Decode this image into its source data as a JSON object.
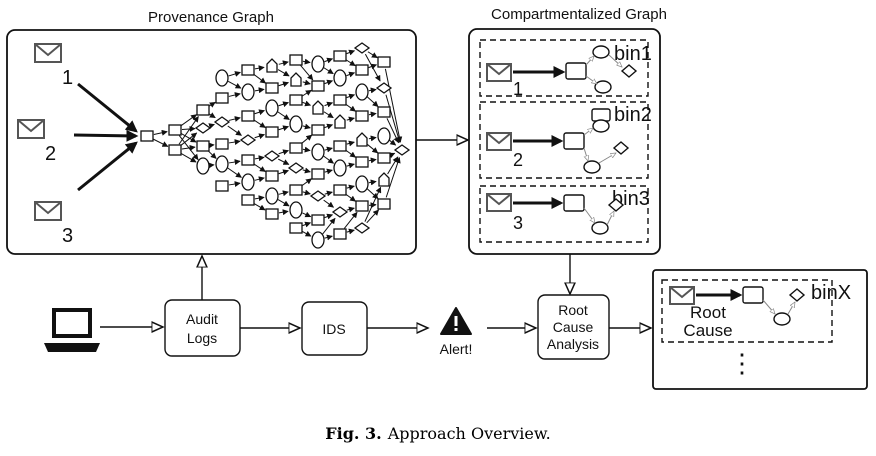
{
  "titles": {
    "provenance": "Provenance Graph",
    "compartmentalized": "Compartmentalized Graph"
  },
  "inputs": [
    "1",
    "2",
    "3"
  ],
  "bins": [
    {
      "label": "bin1",
      "input": "1"
    },
    {
      "label": "bin2",
      "input": "2"
    },
    {
      "label": "bin3",
      "input": "3"
    }
  ],
  "pipeline": {
    "audit_logs": [
      "Audit",
      "Logs"
    ],
    "ids": "IDS",
    "alert": "Alert!",
    "rca": [
      "Root",
      "Cause",
      "Analysis"
    ]
  },
  "result": {
    "bin": "binX",
    "root_cause": [
      "Root",
      "Cause"
    ],
    "more": "⋮"
  },
  "caption": {
    "number": "Fig. 3.",
    "text": "Approach Overview."
  },
  "colors": {
    "stroke": "#111111",
    "envelope": "#555555",
    "grey_arrow": "#9a9a9a"
  }
}
